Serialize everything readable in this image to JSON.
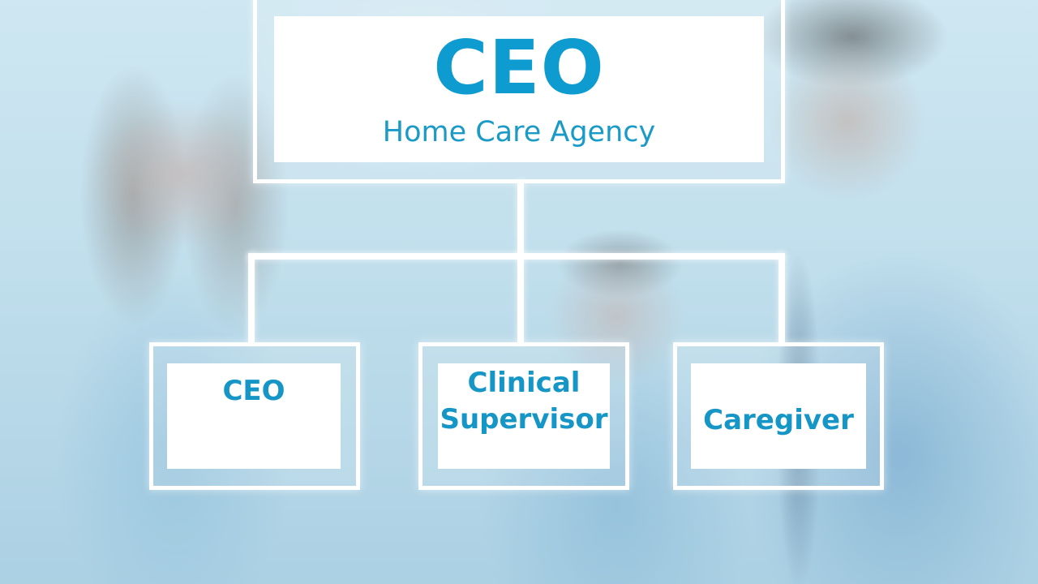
{
  "org_chart": {
    "root": {
      "title": "CEO",
      "subtitle": "Home Care Agency"
    },
    "children": [
      {
        "label": "CEO"
      },
      {
        "label": "Clinical\nSupervisor"
      },
      {
        "label": "Caregiver"
      }
    ]
  },
  "colors": {
    "text_blue": "#1199c9",
    "frame_white": "#ffffff",
    "background_tint": "#c6e0ec"
  }
}
